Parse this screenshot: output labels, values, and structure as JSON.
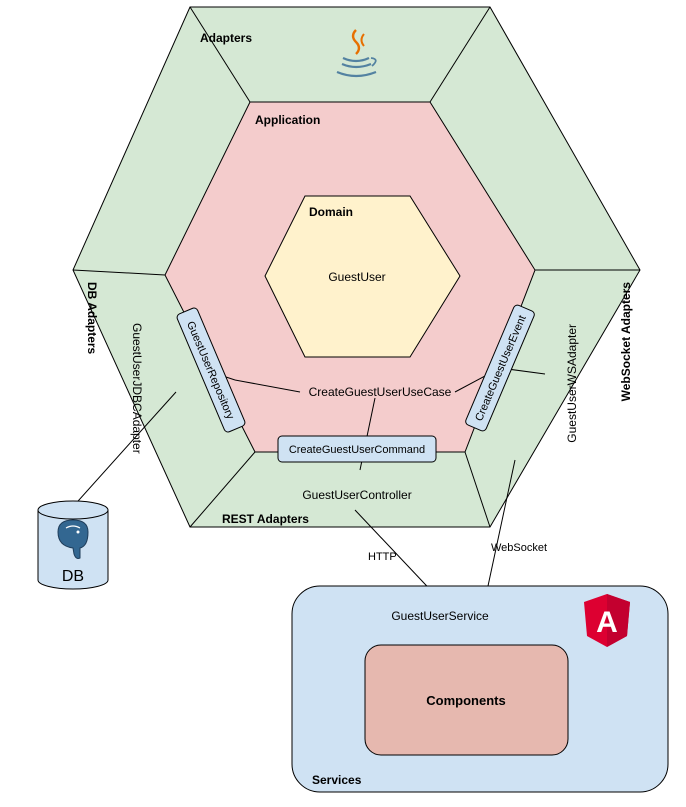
{
  "regions": {
    "adapters": {
      "label": "Adapters",
      "color": "#d5e8d4"
    },
    "application": {
      "label": "Application",
      "color": "#f4cccc"
    },
    "domain": {
      "label": "Domain",
      "color": "#fff2cc",
      "entity": "GuestUser"
    },
    "db_adapters": {
      "label": "DB Adapters"
    },
    "websocket_adapters": {
      "label": "WebSocket Adapters"
    },
    "rest_adapters": {
      "label": "REST Adapters"
    }
  },
  "ports": {
    "repository": "GuestUserRepository",
    "event": "CreateGuestUserEvent",
    "command": "CreateGuestUserCommand",
    "port_color": "#cfe2f3"
  },
  "use_case": "CreateGuestUserUseCase",
  "adapters_impl": {
    "jdbc": "GuestUserJDBCAdapter",
    "ws": "GuestUserWSAdapter",
    "controller": "GuestUserController"
  },
  "database": {
    "label": "DB",
    "color": "#cfe2f3",
    "icon": "postgresql-elephant-icon"
  },
  "connections": {
    "http": "HTTP",
    "websocket": "WebSocket"
  },
  "frontend": {
    "container_label": "Services",
    "container_color": "#cfe2f3",
    "service": "GuestUserService",
    "components": "Components",
    "components_color": "#e6b8af",
    "logo": "angular-logo-icon",
    "logo_text": "A"
  },
  "java_logo": "java-cup-icon"
}
